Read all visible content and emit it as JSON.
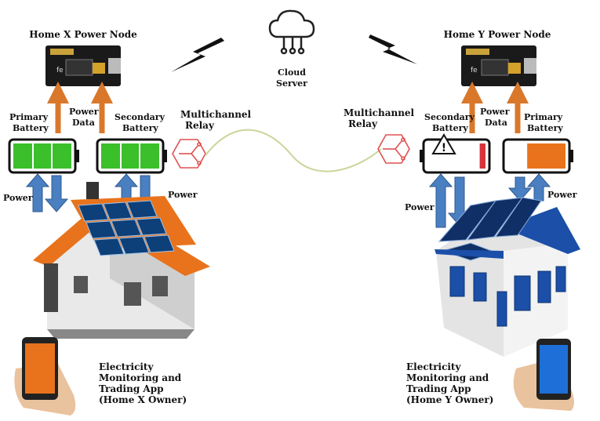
{
  "cloud": {
    "line1": "Cloud",
    "line2": "Server"
  },
  "home_x": {
    "node_title": "Home X Power Node",
    "primary_battery": [
      "Primary",
      "Battery"
    ],
    "power_data": [
      "Power",
      "Data"
    ],
    "secondary_battery": [
      "Secondary",
      "Battery"
    ],
    "relay": [
      "Multichannel",
      "Relay"
    ],
    "power_left": "Power",
    "power_right": "Power",
    "app": [
      "Electricity",
      "Monitoring and",
      "Trading App",
      "(Home X Owner)"
    ],
    "primary_level": 1.0,
    "secondary_level": 1.0,
    "primary_color": "#3bbf2a",
    "secondary_color": "#3bbf2a",
    "roof_color": "#e8731c",
    "phone_color": "#e8731c"
  },
  "home_y": {
    "node_title": "Home Y Power Node",
    "secondary_battery": [
      "Secondary",
      "Battery"
    ],
    "power_data": [
      "Power",
      "Data"
    ],
    "primary_battery": [
      "Primary",
      "Battery"
    ],
    "relay": [
      "Multichannel",
      "Relay"
    ],
    "power_left": "Power",
    "power_right": "Power",
    "app": [
      "Electricity",
      "Monitoring and",
      "Trading App",
      "(Home Y Owner)"
    ],
    "primary_level": 0.66,
    "secondary_level": 0.1,
    "primary_color": "#e8731c",
    "secondary_color": "#d9333a",
    "roof_color": "#1b4fa8",
    "phone_color": "#1e6fd8"
  },
  "colors": {
    "arrow_orange": "#d9782b",
    "arrow_blue": "#4a7fc1",
    "relay_red": "#e05050",
    "wire": "#c9d69a"
  }
}
